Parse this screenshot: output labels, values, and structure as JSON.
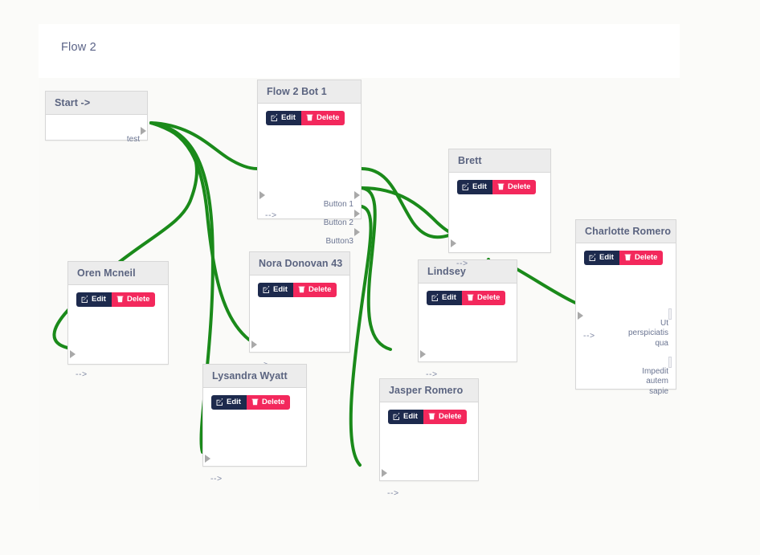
{
  "header": {
    "title": "Flow 2"
  },
  "labels": {
    "edit": "Edit",
    "delete": "Delete",
    "arrow_in": "-->"
  },
  "nodes": [
    {
      "id": "start",
      "title": "Start ->",
      "has_buttons": false,
      "inputs": [],
      "outputs": [
        "test"
      ]
    },
    {
      "id": "flow2bot1",
      "title": "Flow 2 Bot 1",
      "has_buttons": true,
      "inputs": [
        "-->"
      ],
      "outputs": [
        "Button 1",
        "Button 2",
        "Button3"
      ]
    },
    {
      "id": "oren",
      "title": "Oren Mcneil",
      "has_buttons": true,
      "inputs": [
        "-->"
      ],
      "outputs": []
    },
    {
      "id": "nora",
      "title": "Nora Donovan 43",
      "has_buttons": true,
      "inputs": [
        "-->"
      ],
      "outputs": []
    },
    {
      "id": "lysandra",
      "title": "Lysandra Wyatt",
      "has_buttons": true,
      "inputs": [
        "-->"
      ],
      "outputs": []
    },
    {
      "id": "jasper",
      "title": "Jasper Romero",
      "has_buttons": true,
      "inputs": [
        "-->"
      ],
      "outputs": []
    },
    {
      "id": "lindsey",
      "title": "Lindsey",
      "has_buttons": true,
      "inputs": [
        "-->"
      ],
      "outputs": []
    },
    {
      "id": "brett",
      "title": "Brett",
      "has_buttons": true,
      "inputs": [
        "-->"
      ],
      "outputs": []
    },
    {
      "id": "charlotte",
      "title": "Charlotte Romero",
      "has_buttons": true,
      "inputs": [
        "-->"
      ],
      "outputs": [
        "Ut\nperspiciatis\nqua",
        "Impedit\nautem\nsapie"
      ]
    }
  ],
  "colors": {
    "edge": "#1a8a1a",
    "edit_button": "#1d2a4d",
    "delete_button": "#f3285c",
    "node_header": "#ececec",
    "node_title_text": "#5b6480",
    "canvas": "#fafaf8"
  }
}
